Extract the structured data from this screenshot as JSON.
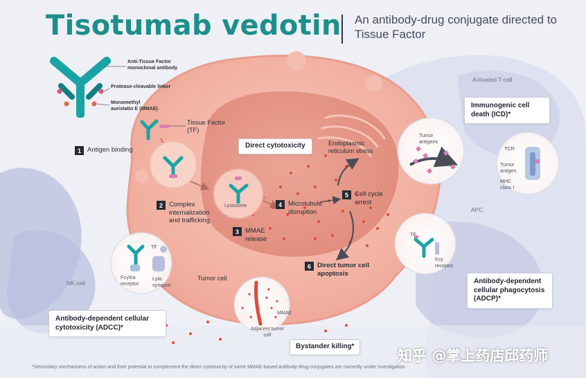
{
  "header": {
    "title": "Tisotumab vedotin",
    "subtitle": "An antibody-drug conjugate directed to Tissue Factor"
  },
  "legend": {
    "antibody": "Anti-Tissue Factor monoclonal antibody",
    "linker": "Protease-cleavable linker",
    "payload": "Monomethyl auristatin E (MMAE)"
  },
  "labels": {
    "tissue_factor": "Tissue Factor (TF)",
    "lysosome": "Lysosome",
    "tumor_cell": "Tumor cell",
    "nk_cell": "NK cell",
    "apc": "APC",
    "activated_tcell": "Activated T-cell",
    "tumor_antigens": "Tumor antigens",
    "tcr": "TCR",
    "tumor_antigen": "Tumor antigen",
    "mhc": "MHC class I",
    "tf_nk": "TF",
    "fcgr_receptor_nk": "FcγIIIa receptor",
    "lytic_synapse": "Lytic synapse",
    "tf_apc": "TF",
    "fcg_receptor_apc": "Fcγ receptor",
    "mmae": "MMAE",
    "adjacent_tumor_cell": "Adjacent tumor cell",
    "er_stress": "Endoplasmic reticulum stress"
  },
  "steps": [
    {
      "num": "1",
      "text": "Antigen binding"
    },
    {
      "num": "2",
      "text": "Complex internalization and trafficking"
    },
    {
      "num": "3",
      "text": "MMAE release"
    },
    {
      "num": "4",
      "text": "Microtubule disruption"
    },
    {
      "num": "5",
      "text": "Cell cycle arrest"
    },
    {
      "num": "6",
      "text": "Direct tumor cell apoptosis"
    }
  ],
  "boxes": {
    "direct": "Direct cytotoxicity",
    "icd": "Immunogenic cell death (ICD)*",
    "adcc": "Antibody-dependent cellular cytotoxicity (ADCC)*",
    "adcp": "Antibody-dependent cellular phagocytosis (ADCP)*",
    "bystander": "Bystander killing*"
  },
  "footnote": "*Secondary mechanisms of action and their potential to complement the direct cytotoxicity of some MMAE-based antibody-drug conjugates are currently under investigation",
  "watermark": "知乎 @掌上药店邱药师",
  "colors": {
    "teal": "#1d8f8a",
    "antibody_teal": "#1aa3a5",
    "cell_pink": "#f2b5a6",
    "nucleus": "#e79587",
    "dot_red": "#e04a3c",
    "tf_pink": "#d77fb4",
    "lavender": "#cfd3e8"
  }
}
